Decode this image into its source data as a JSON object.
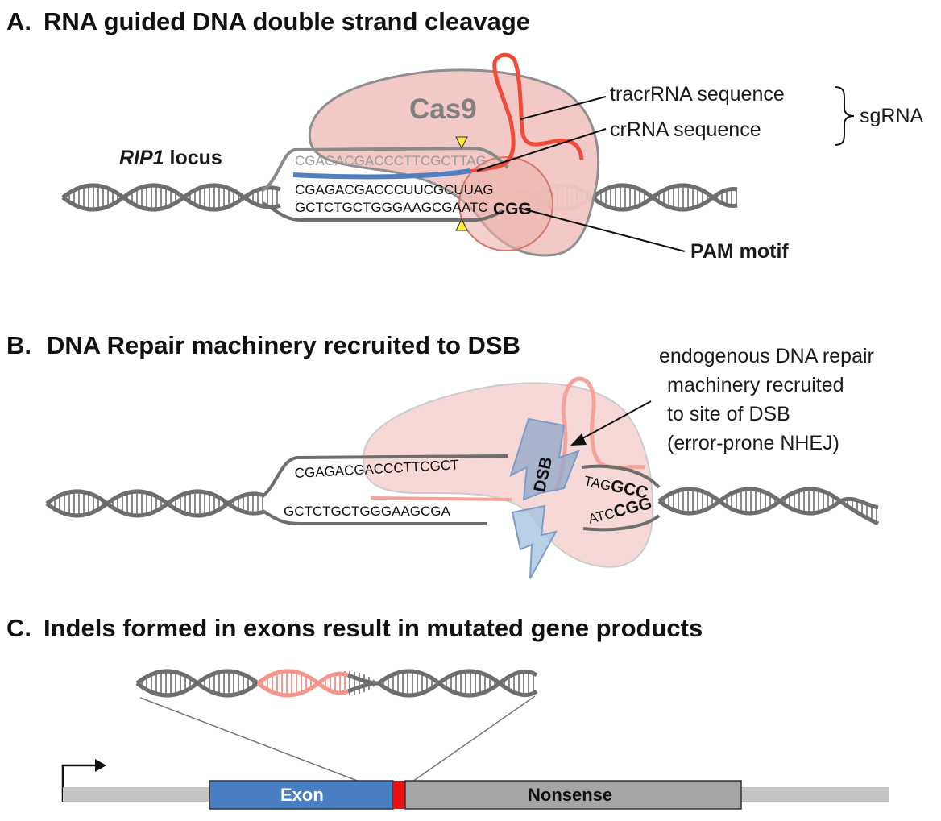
{
  "panel_a": {
    "letter": "A.",
    "title": "RNA guided DNA double strand cleavage",
    "cas9_label": "Cas9",
    "tracr_label": "tracrRNA sequence",
    "crrna_label": "crRNA sequence",
    "sgrna_label": "sgRNA",
    "locus_name": "RIP1",
    "locus_suffix": " locus",
    "top_strand": "CGAGACGACCCTTCGCTTAG",
    "guide_rna": "CGAGACGACCCUUCGCUUAG",
    "bottom_strand": "GCTCTGCTGGGAAGCGAATC",
    "pam_seq": "CGG",
    "pam_label": "PAM motif"
  },
  "panel_b": {
    "letter": "B.",
    "title": "DNA Repair machinery recruited to DSB",
    "note_lines": [
      "endogenous DNA repair",
      "machinery recruited",
      "to site of DSB",
      "(error-prone NHEJ)"
    ],
    "left_top": "CGAGACGACCCTTCGCT",
    "left_bottom": "GCTCTGCTGGGAAGCGA",
    "right_top_a": "TAG",
    "right_top_b": "GCC",
    "right_bottom_a": "ATC",
    "right_bottom_b": "CGG",
    "dsb_label": "DSB"
  },
  "panel_c": {
    "letter": "C.",
    "title": "Indels formed in exons result in mutated gene products",
    "exon_label": "Exon",
    "nonsense_label": "Nonsense"
  },
  "colors": {
    "dna": "#6e6e6e",
    "cas9_fill": "#f2c7c4",
    "rna": "#ee4b38",
    "guide": "#4f7fc0",
    "exon": "#4a7ec2",
    "indel": "#ee1111",
    "nonsense": "#a6a6a6",
    "triangle": "#ffee33"
  }
}
